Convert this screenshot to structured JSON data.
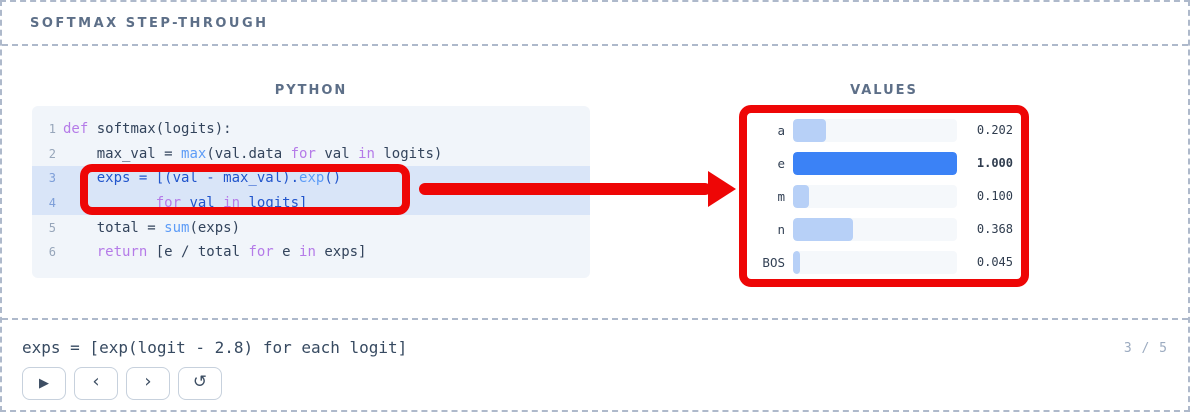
{
  "header": {
    "title": "SOFTMAX STEP-THROUGH"
  },
  "code_panel": {
    "title": "PYTHON",
    "lines": [
      {
        "num": "1",
        "active": false,
        "tokens": [
          [
            "kw",
            "def"
          ],
          [
            "p",
            " softmax(logits):"
          ]
        ]
      },
      {
        "num": "2",
        "active": false,
        "tokens": [
          [
            "p",
            "    max_val = "
          ],
          [
            "fn",
            "max"
          ],
          [
            "p",
            "(val.data "
          ],
          [
            "kw",
            "for"
          ],
          [
            "p",
            " val "
          ],
          [
            "kw",
            "in"
          ],
          [
            "p",
            " logits)"
          ]
        ]
      },
      {
        "num": "3",
        "active": true,
        "tokens": [
          [
            "a",
            "    exps = [(val - max_val)."
          ],
          [
            "fn",
            "exp"
          ],
          [
            "a",
            "()"
          ]
        ]
      },
      {
        "num": "4",
        "active": true,
        "tokens": [
          [
            "a",
            "           "
          ],
          [
            "kw",
            "for"
          ],
          [
            "a",
            " val "
          ],
          [
            "kw",
            "in"
          ],
          [
            "a",
            " logits]"
          ]
        ]
      },
      {
        "num": "5",
        "active": false,
        "tokens": [
          [
            "p",
            "    total = "
          ],
          [
            "fn",
            "sum"
          ],
          [
            "p",
            "(exps)"
          ]
        ]
      },
      {
        "num": "6",
        "active": false,
        "tokens": [
          [
            "p",
            "    "
          ],
          [
            "kw",
            "return"
          ],
          [
            "p",
            " [e / total "
          ],
          [
            "kw",
            "for"
          ],
          [
            "p",
            " e "
          ],
          [
            "kw",
            "in"
          ],
          [
            "p",
            " exps]"
          ]
        ]
      }
    ]
  },
  "values_panel": {
    "title": "VALUES",
    "rows": [
      {
        "label": "a",
        "value": "0.202",
        "pct": 20.2,
        "emphasis": false
      },
      {
        "label": "e",
        "value": "1.000",
        "pct": 100,
        "emphasis": true
      },
      {
        "label": "m",
        "value": "0.100",
        "pct": 10.0,
        "emphasis": false
      },
      {
        "label": "n",
        "value": "0.368",
        "pct": 36.8,
        "emphasis": false
      },
      {
        "label": "BOS",
        "value": "0.045",
        "pct": 4.5,
        "emphasis": false
      }
    ]
  },
  "caption": {
    "text": "exps = [exp(logit - 2.8) for each logit]",
    "step": "3 / 5"
  },
  "controls": [
    {
      "name": "play-button",
      "icon": "▶",
      "glyph_class": "glyph-play"
    },
    {
      "name": "prev-button",
      "icon": "‹",
      "glyph_class": "glyph-chev"
    },
    {
      "name": "next-button",
      "icon": "›",
      "glyph_class": "glyph-chev"
    },
    {
      "name": "reset-button",
      "icon": "↺",
      "glyph_class": "glyph-reset"
    }
  ],
  "colors": {
    "annotation_red": "#ee0606",
    "bar_active_blue": "#3b82f6",
    "bar_light_blue": "#b7d0f7",
    "code_highlight": "#d9e5f8"
  }
}
